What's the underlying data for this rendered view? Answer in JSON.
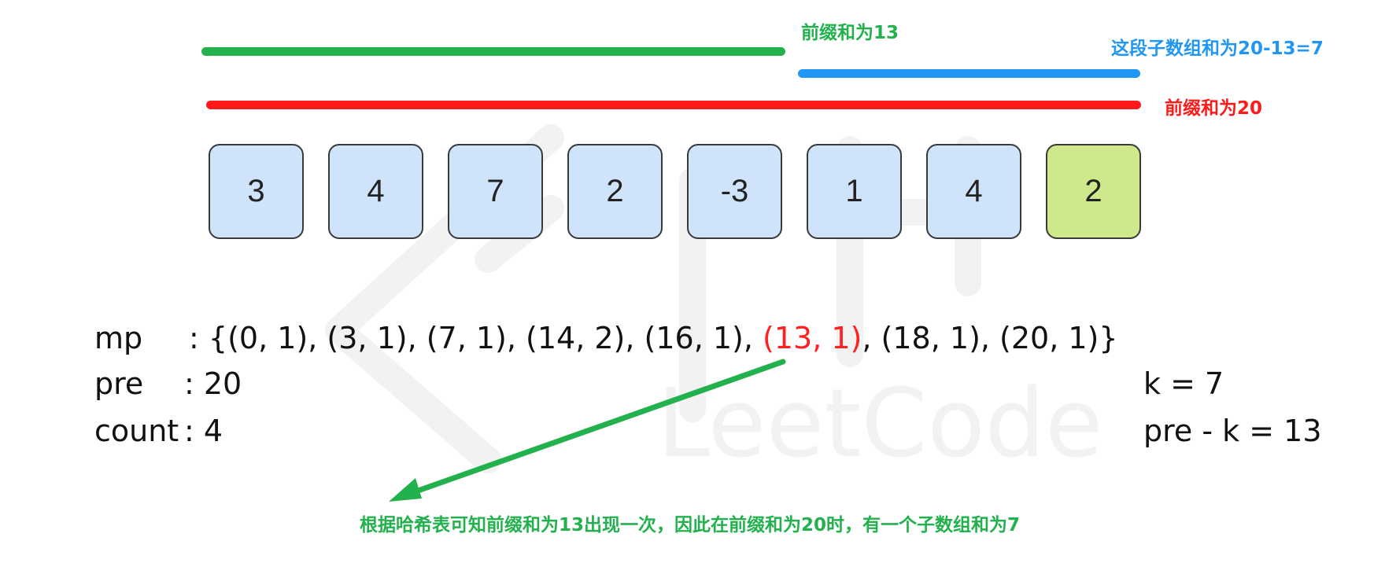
{
  "colors": {
    "green": "#22b14c",
    "blue": "#2196f3",
    "red": "#ff1a1a",
    "cell_fill": "#cfe4fa",
    "cell_highlight": "#cde98c"
  },
  "annotations": {
    "green_label": "前缀和为13",
    "blue_label": "这段子数组和为20-13=7",
    "red_label": "前缀和为20"
  },
  "array": [
    {
      "value": "3",
      "highlight": false
    },
    {
      "value": "4",
      "highlight": false
    },
    {
      "value": "7",
      "highlight": false
    },
    {
      "value": "2",
      "highlight": false
    },
    {
      "value": "-3",
      "highlight": false
    },
    {
      "value": "1",
      "highlight": false
    },
    {
      "value": "4",
      "highlight": false
    },
    {
      "value": "2",
      "highlight": true
    }
  ],
  "state": {
    "mp_label": "mp",
    "mp_sep": ":",
    "mp_before": "{(0, 1), (3, 1), (7, 1), (14, 2), (16, 1), ",
    "mp_highlight": "(13, 1)",
    "mp_after": ", (18, 1), (20, 1)}",
    "pre_label": "pre",
    "pre_value": ": 20",
    "count_label": "count",
    "count_value": ": 4",
    "k_text": "k = 7",
    "pre_k_text": "pre - k = 13"
  },
  "footer_note": "根据哈希表可知前缀和为13出现一次，因此在前缀和为20时，有一个子数组和为7",
  "watermark": {
    "icon": "leetcode-logo-icon",
    "text": "LeetCode"
  }
}
